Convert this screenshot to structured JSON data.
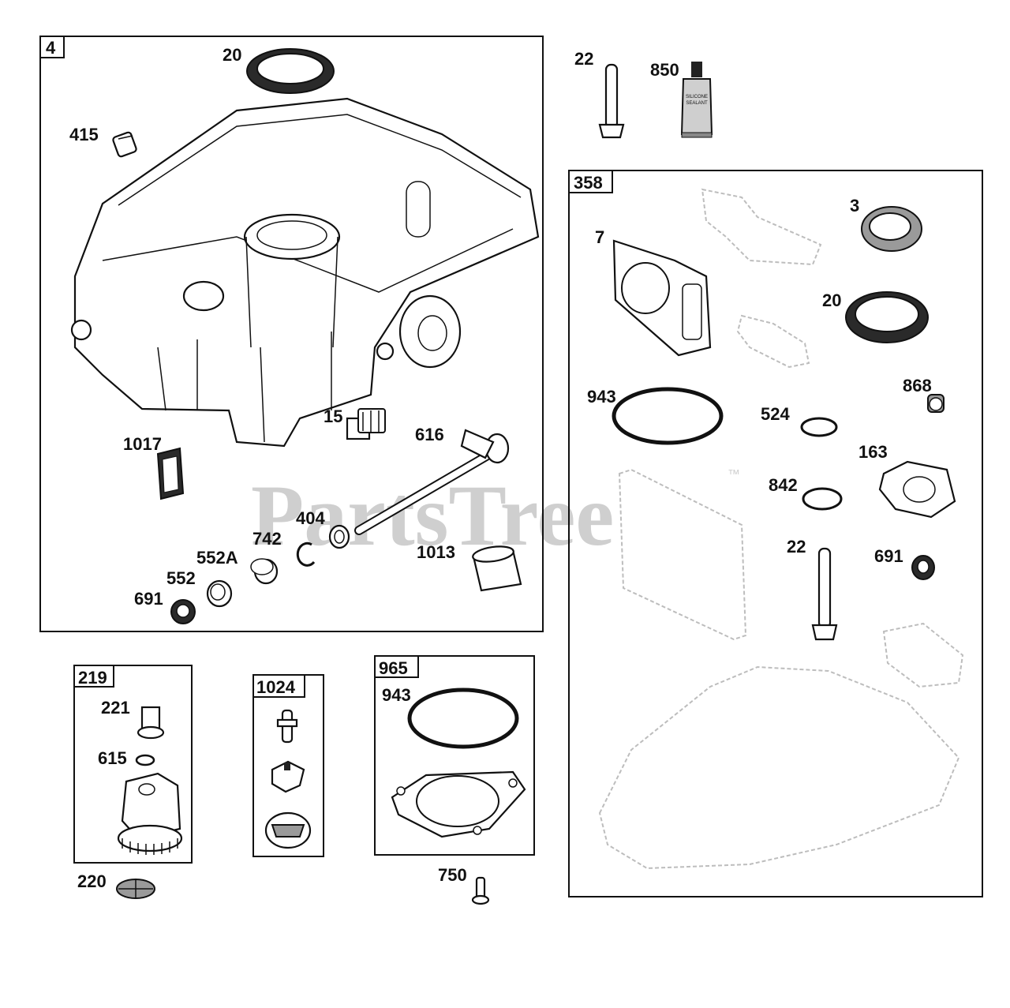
{
  "watermark": {
    "text": "PartsTree",
    "trademark": "™"
  },
  "boxes": {
    "main": "4",
    "kit358": "358",
    "kit219": "219",
    "kit1024": "1024",
    "kit965": "965"
  },
  "labels": {
    "p20_top": "20",
    "p415": "415",
    "p15": "15",
    "p616": "616",
    "p1017": "1017",
    "p404": "404",
    "p742": "742",
    "p552A": "552A",
    "p552": "552",
    "p691_main": "691",
    "p1013": "1013",
    "p22_top": "22",
    "p850": "850",
    "p3": "3",
    "p7": "7",
    "p20_kit": "20",
    "p943_kit": "943",
    "p868": "868",
    "p524": "524",
    "p163": "163",
    "p842": "842",
    "p22_kit": "22",
    "p691_kit": "691",
    "p221": "221",
    "p615": "615",
    "p220": "220",
    "p943_965": "943",
    "p750": "750"
  },
  "sealant_tube": {
    "line1": "SILICONE",
    "line2": "SEALANT"
  }
}
